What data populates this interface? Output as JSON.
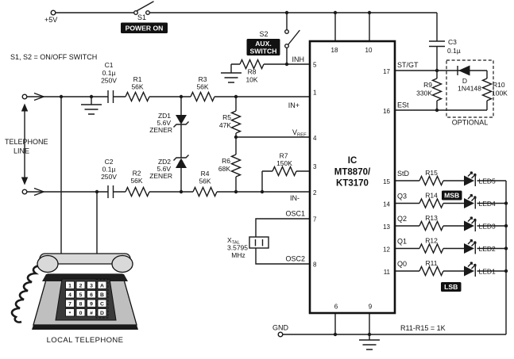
{
  "note_switches": "S1, S2 = ON/OFF SWITCH",
  "note_resistors": "R11-R15 = 1K",
  "optional_label": "OPTIONAL",
  "supply": {
    "v5": "+5V",
    "gnd": "GND"
  },
  "s1": {
    "ref": "S1",
    "tag": "POWER ON"
  },
  "s2": {
    "ref": "S2",
    "tag1": "AUX.",
    "tag2": "SWITCH"
  },
  "c1": {
    "ref": "C1",
    "val": "0.1µ",
    "rating": "250V"
  },
  "c2": {
    "ref": "C2",
    "val": "0.1µ",
    "rating": "250V"
  },
  "c3": {
    "ref": "C3",
    "val": "0.1µ"
  },
  "r1": {
    "ref": "R1",
    "val": "56K"
  },
  "r2": {
    "ref": "R2",
    "val": "56K"
  },
  "r3": {
    "ref": "R3",
    "val": "56K"
  },
  "r4": {
    "ref": "R4",
    "val": "56K"
  },
  "r5": {
    "ref": "R5",
    "val": "47K"
  },
  "r6": {
    "ref": "R6",
    "val": "68K"
  },
  "r7": {
    "ref": "R7",
    "val": "150K"
  },
  "r8": {
    "ref": "R8",
    "val": "10K"
  },
  "r9": {
    "ref": "R9",
    "val": "330K"
  },
  "r10": {
    "ref": "R10",
    "val": "100K"
  },
  "r11": {
    "ref": "R11"
  },
  "r12": {
    "ref": "R12"
  },
  "r13": {
    "ref": "R13"
  },
  "r14": {
    "ref": "R14"
  },
  "r15": {
    "ref": "R15"
  },
  "zd1": {
    "ref": "ZD1",
    "val": "5.6V",
    "kind": "ZENER"
  },
  "zd2": {
    "ref": "ZD2",
    "val": "5.6V",
    "kind": "ZENER"
  },
  "d1": {
    "ref": "D",
    "part": "1N4148"
  },
  "xtal": {
    "sym": "X",
    "symsub": "TAL",
    "freq": "3.5795",
    "unit": "MHz"
  },
  "ic": {
    "ref": "IC",
    "part1": "MT8870/",
    "part2": "KT3170",
    "pin_numbers": {
      "p1": "1",
      "p2": "2",
      "p3": "3",
      "p4": "4",
      "p5": "5",
      "p6": "6",
      "p7": "7",
      "p8": "8",
      "p9": "9",
      "p10": "10",
      "p11": "11",
      "p12": "12",
      "p13": "13",
      "p14": "14",
      "p15": "15",
      "p16": "16",
      "p17": "17",
      "p18": "18"
    },
    "signals": {
      "inh": "INH",
      "inp": "IN+",
      "vref": "V",
      "vrefsub": "REF",
      "inm": "IN-",
      "osc1": "OSC1",
      "osc2": "OSC2",
      "stgt": "ST/GT",
      "est": "ESt",
      "std": "StD",
      "q3": "Q3",
      "q2": "Q2",
      "q1": "Q1",
      "q0": "Q0"
    }
  },
  "leds": {
    "led1": "LED1",
    "led2": "LED2",
    "led3": "LED3",
    "led4": "LED4",
    "led5": "LED5"
  },
  "bits": {
    "msb": "MSB",
    "lsb": "LSB"
  },
  "phone": {
    "line1": "TELEPHONE",
    "line2": "LINE",
    "caption": "LOCAL TELEPHONE",
    "keys": [
      "1",
      "2",
      "3",
      "A",
      "4",
      "5",
      "6",
      "B",
      "7",
      "8",
      "9",
      "C",
      "*",
      "0",
      "#",
      "D"
    ]
  }
}
